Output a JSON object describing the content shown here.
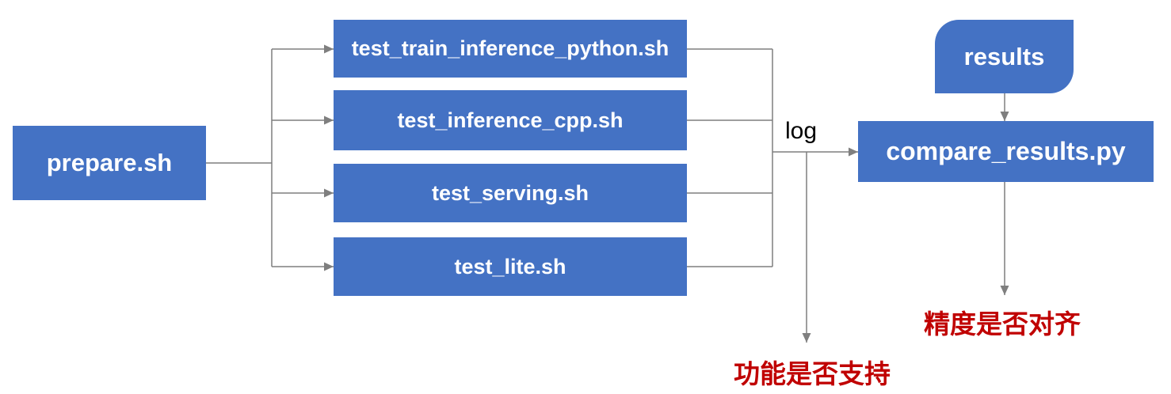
{
  "diagram": {
    "title": "test pipeline flowchart",
    "nodes": {
      "prepare": {
        "label": "prepare.sh",
        "shape": "rectangle"
      },
      "tests": [
        {
          "label": "test_train_inference_python.sh",
          "shape": "rectangle"
        },
        {
          "label": "test_inference_cpp.sh",
          "shape": "rectangle"
        },
        {
          "label": "test_serving.sh",
          "shape": "rectangle"
        },
        {
          "label": "test_lite.sh",
          "shape": "rectangle"
        }
      ],
      "results": {
        "label": "results",
        "shape": "round-diagonal-corner-rectangle"
      },
      "compare": {
        "label": "compare_results.py",
        "shape": "rectangle"
      }
    },
    "annotations": {
      "log_label": "log",
      "function_support": "功能是否支持",
      "precision_aligned": "精度是否对齐"
    },
    "edges": [
      "prepare.sh -> test_train_inference_python.sh",
      "prepare.sh -> test_inference_cpp.sh",
      "prepare.sh -> test_serving.sh",
      "prepare.sh -> test_lite.sh",
      "tests -(log)-> compare_results.py",
      "tests -(log)-> 功能是否支持",
      "results -> compare_results.py",
      "compare_results.py -> 精度是否对齐"
    ],
    "colors": {
      "node_fill": "#4472C4",
      "node_text": "#FFFFFF",
      "annotation_red": "#C00000",
      "connector_gray": "#7F7F7F",
      "log_text": "#000000",
      "background": "#FFFFFF"
    }
  }
}
